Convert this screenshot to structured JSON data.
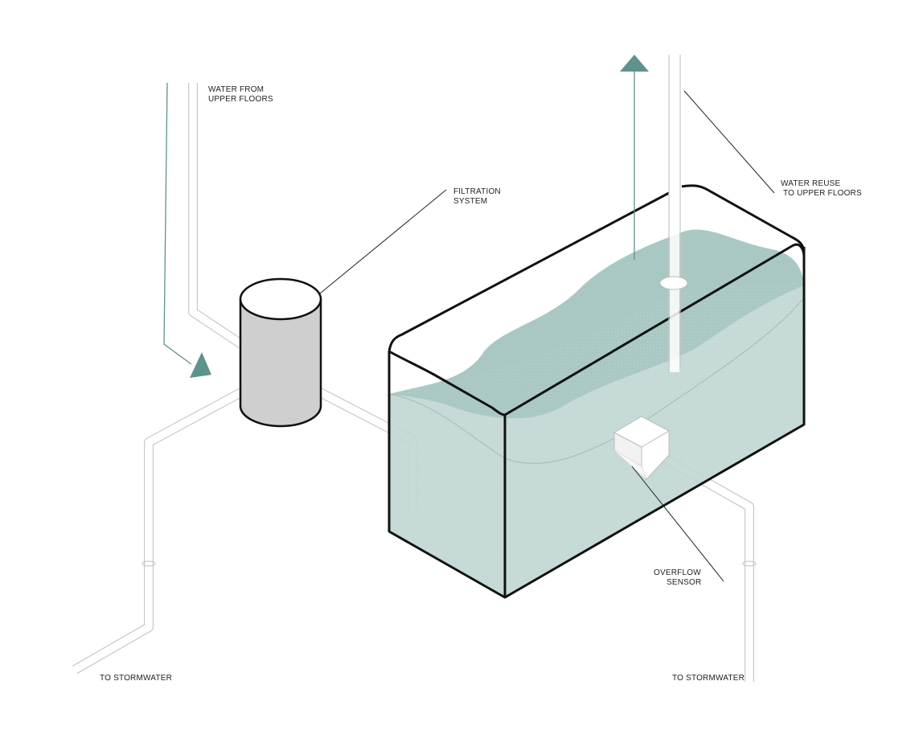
{
  "labels": {
    "water_from_line1": "WATER FROM",
    "water_from_line2": "UPPER FLOORS",
    "filtration_line1": "FILTRATION",
    "filtration_line2": "SYSTEM",
    "reuse_line1": "WATER REUSE",
    "reuse_line2": "TO UPPER FLOORS",
    "overflow_line1": "OVERFLOW",
    "overflow_line2": "SENSOR",
    "stormwater_left": "TO STORMWATER",
    "stormwater_right": "TO STORMWATER"
  },
  "colors": {
    "water": "#bfd5d1",
    "arrow": "#5f928c",
    "pipe_outline": "#c9c9c9",
    "filter_fill": "#cfcfcf",
    "outline": "#111111"
  },
  "icons": {
    "inflow_arrow": "arrow-down-right-icon",
    "reuse_arrow": "arrow-up-icon"
  }
}
